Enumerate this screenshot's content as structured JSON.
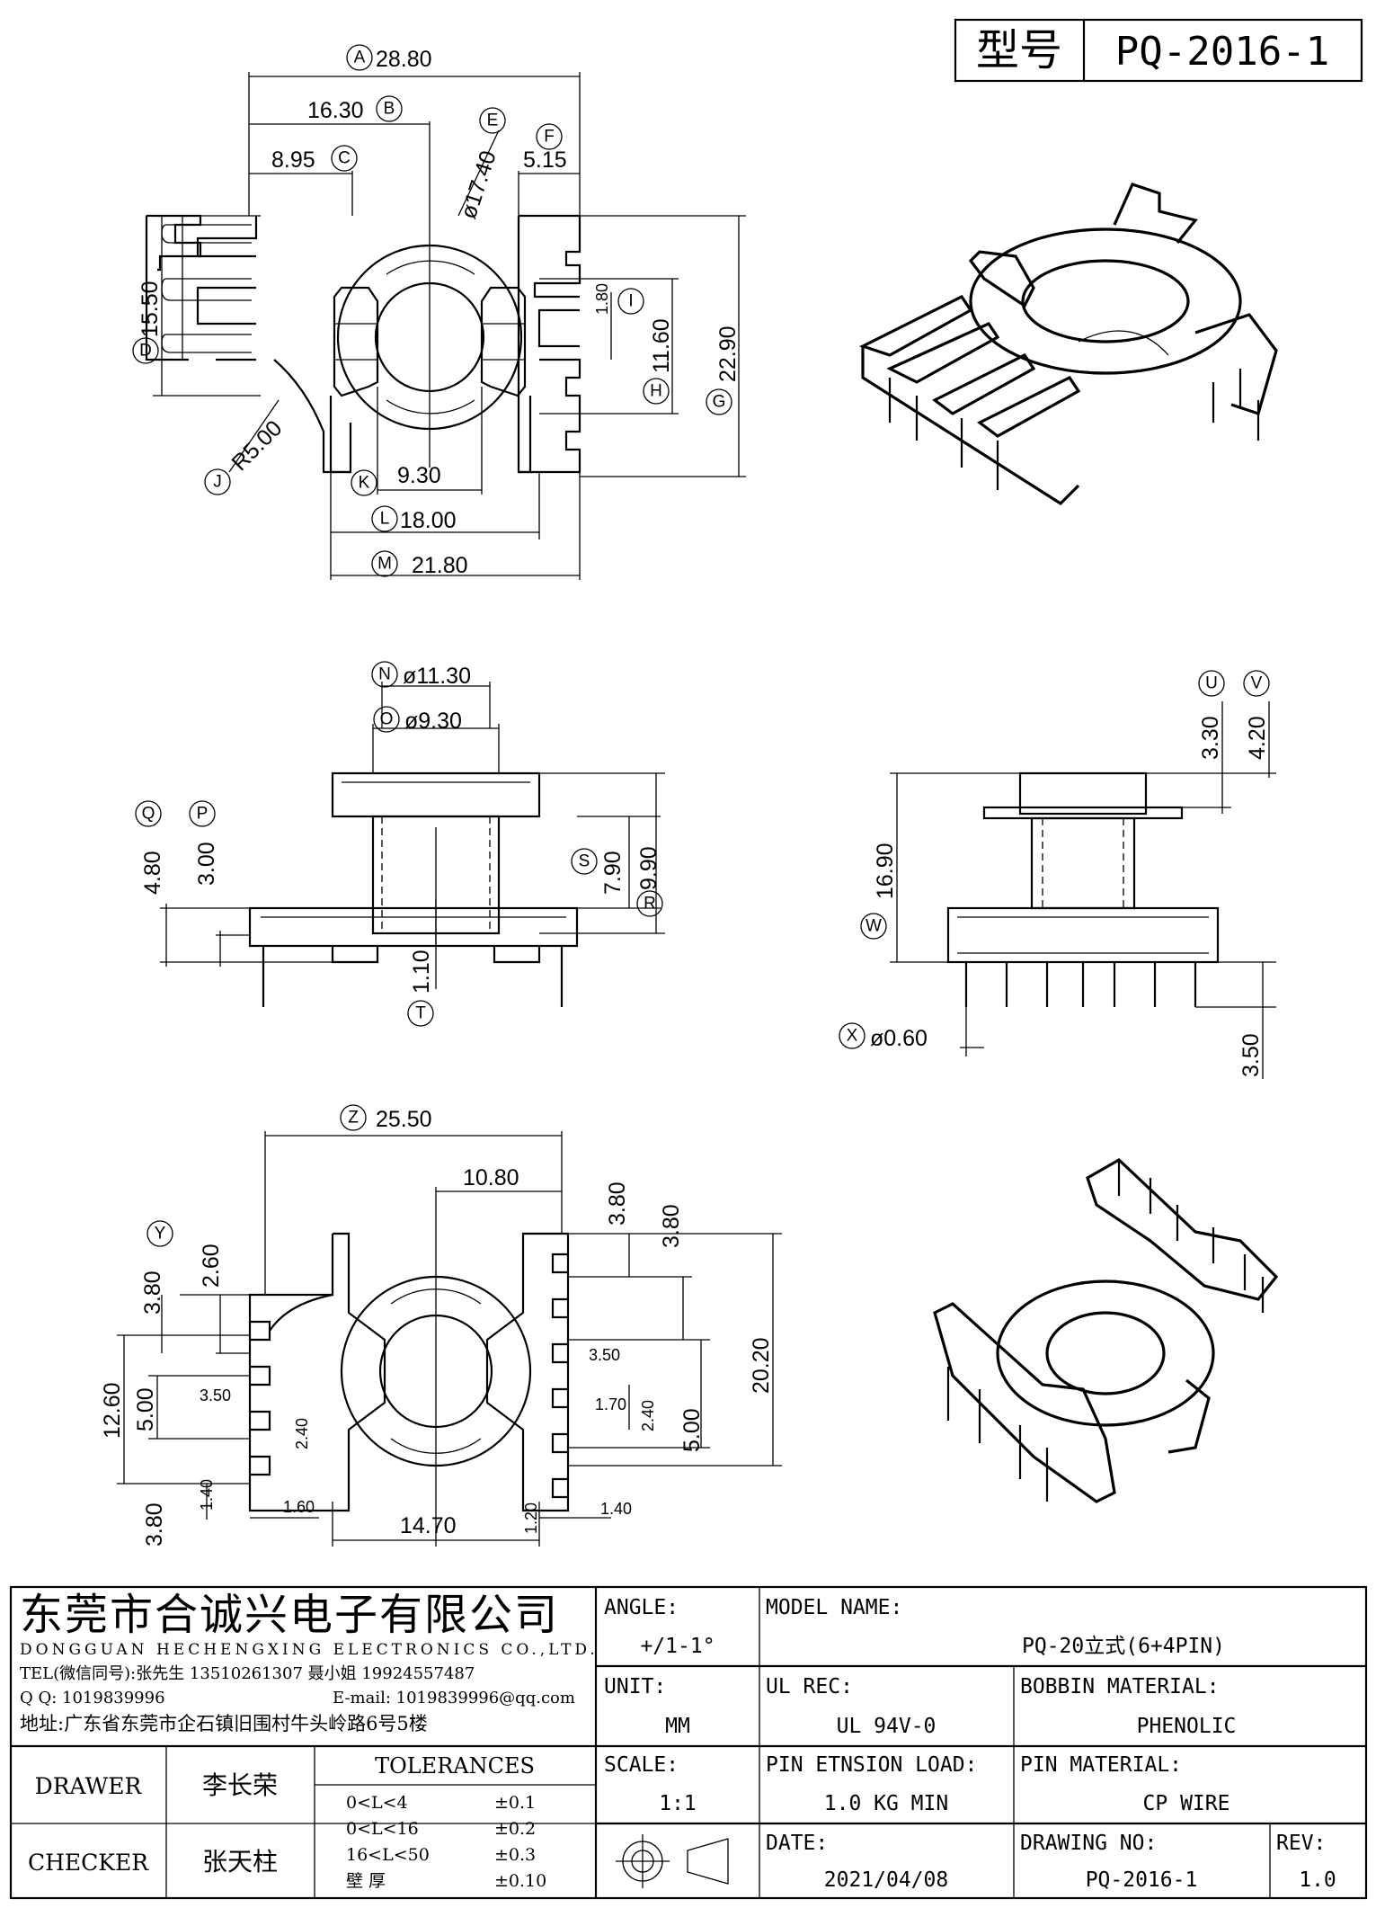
{
  "title_box": {
    "label": "型号",
    "value": "PQ-2016-1"
  },
  "drawing": {
    "top_view": {
      "dims": [
        {
          "circle": "A",
          "value": "28.80"
        },
        {
          "circle": "B",
          "value": "16.30"
        },
        {
          "circle": "C",
          "value": "8.95"
        },
        {
          "circle": "D",
          "value": "15.50"
        },
        {
          "circle": "E",
          "value": "ø17.40"
        },
        {
          "circle": "F",
          "value": "5.15"
        },
        {
          "circle": "G",
          "value": "22.90"
        },
        {
          "circle": "H",
          "value": "11.60"
        },
        {
          "circle": "I",
          "value": "1.80"
        },
        {
          "circle": "J",
          "value": "R5.00"
        },
        {
          "circle": "K",
          "value": "9.30"
        },
        {
          "circle": "L",
          "value": "18.00"
        },
        {
          "circle": "M",
          "value": "21.80"
        }
      ]
    },
    "side_view": {
      "dims": [
        {
          "circle": "N",
          "value": "ø11.30"
        },
        {
          "circle": "O",
          "value": "ø9.30"
        },
        {
          "circle": "Q",
          "value": "4.80"
        },
        {
          "circle": "P",
          "value": "3.00"
        },
        {
          "circle": "S",
          "value": "7.90"
        },
        {
          "circle": "R",
          "value": "9.90"
        },
        {
          "circle": "T",
          "value": "1.10"
        }
      ]
    },
    "front_view": {
      "dims": [
        {
          "circle": "U",
          "value": "3.30"
        },
        {
          "circle": "V",
          "value": "4.20"
        },
        {
          "circle": "W",
          "value": "16.90"
        },
        {
          "circle": "X",
          "value": "ø0.60"
        },
        {
          "circle": "",
          "value": "3.50"
        }
      ]
    },
    "bottom_view": {
      "dims": [
        {
          "circle": "Z",
          "value": "25.50"
        },
        {
          "circle": "",
          "value": "10.80"
        },
        {
          "circle": "",
          "value": "3.80"
        },
        {
          "circle": "",
          "value": "3.80"
        },
        {
          "circle": "",
          "value": "20.20"
        },
        {
          "circle": "",
          "value": "3.50"
        },
        {
          "circle": "",
          "value": "1.70"
        },
        {
          "circle": "",
          "value": "2.40"
        },
        {
          "circle": "",
          "value": "5.00"
        },
        {
          "circle": "Y",
          "value": "3.80"
        },
        {
          "circle": "",
          "value": "2.60"
        },
        {
          "circle": "",
          "value": "12.60"
        },
        {
          "circle": "",
          "value": "5.00"
        },
        {
          "circle": "",
          "value": "3.50"
        },
        {
          "circle": "",
          "value": "2.40"
        },
        {
          "circle": "",
          "value": "1.40"
        },
        {
          "circle": "",
          "value": "3.80"
        },
        {
          "circle": "",
          "value": "1.60"
        },
        {
          "circle": "",
          "value": "14.70"
        },
        {
          "circle": "",
          "value": "1.20"
        },
        {
          "circle": "",
          "value": "1.40"
        }
      ]
    }
  },
  "company": {
    "name_cn": "东莞市合诚兴电子有限公司",
    "name_en": "DONGGUAN HECHENGXING ELECTRONICS CO.,LTD.",
    "tel": "TEL(微信同号):张先生 13510261307 聂小姐 19924557487",
    "qq": "Q Q: 1019839996",
    "email": "E-mail: 1019839996@qq.com",
    "address": "地址:广东省东莞市企石镇旧围村牛头岭路6号5楼"
  },
  "info": {
    "angle_label": "ANGLE:",
    "angle_value": "+/1-1°",
    "model_label": "MODEL NAME:",
    "model_value": "PQ-20立式(6+4PIN)",
    "unit_label": "UNIT:",
    "unit_value": "MM",
    "ul_label": "UL REC:",
    "ul_value": "UL 94V-0",
    "bobbin_label": "BOBBIN MATERIAL:",
    "bobbin_value": "PHENOLIC",
    "scale_label": "SCALE:",
    "scale_value": "1:1",
    "pin_load_label": "PIN ETNSION LOAD:",
    "pin_load_value": "1.0 KG MIN",
    "pin_material_label": "PIN MATERIAL:",
    "pin_material_value": "CP WIRE",
    "date_label": "DATE:",
    "date_value": "2021/04/08",
    "drawing_no_label": "DRAWING NO:",
    "drawing_no_value": "PQ-2016-1",
    "rev_label": "REV:",
    "rev_value": "1.0"
  },
  "people": {
    "drawer_label": "DRAWER",
    "drawer_value": "李长荣",
    "checker_label": "CHECKER",
    "checker_value": "张天柱"
  },
  "tolerances": {
    "title": "TOLERANCES",
    "rows": [
      {
        "range": "0<L<4",
        "tol": "±0.1"
      },
      {
        "range": "0<L<16",
        "tol": "±0.2"
      },
      {
        "range": "16<L<50",
        "tol": "±0.3"
      },
      {
        "range": "壁  厚",
        "tol": "±0.10"
      }
    ]
  }
}
